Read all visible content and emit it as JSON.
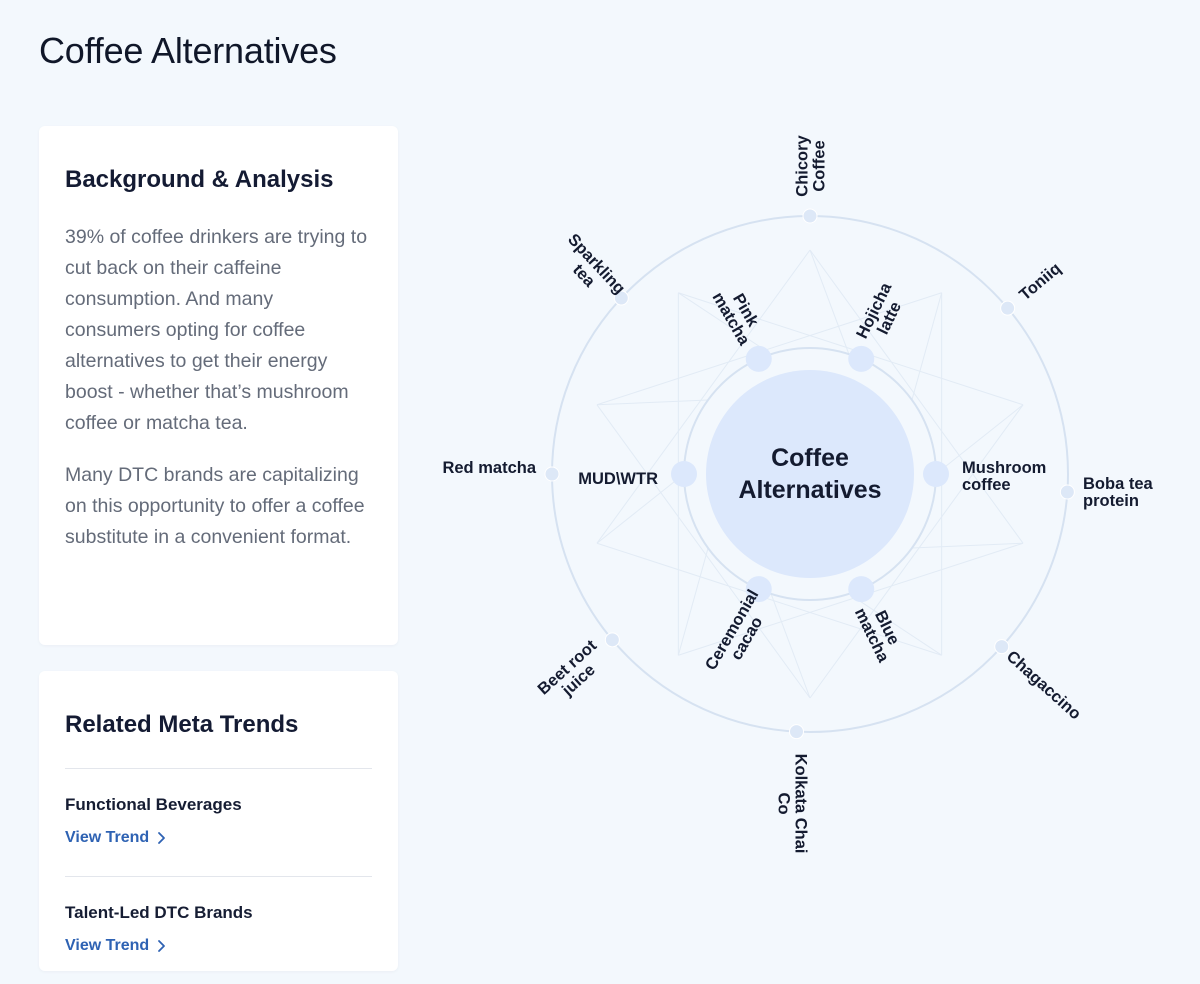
{
  "page": {
    "title": "Coffee Alternatives"
  },
  "analysis": {
    "heading": "Background & Analysis",
    "paragraphs": [
      "39% of coffee drinkers are trying to cut back on their caffeine consumption. And many consumers opting for coffee alternatives to get their energy boost - whether that’s mushroom coffee or matcha tea.",
      "Many DTC brands are capitalizing on this opportunity to offer a coffee substitute in a convenient format."
    ]
  },
  "related": {
    "heading": "Related Meta Trends",
    "link_label": "View Trend",
    "items": [
      {
        "name": "Functional Beverages"
      },
      {
        "name": "Talent-Led DTC Brands"
      }
    ]
  },
  "diagram": {
    "center_label": [
      "Coffee",
      "Alternatives"
    ],
    "inner_nodes": [
      {
        "id": "pink-matcha",
        "label": [
          "Pink",
          "matcha"
        ]
      },
      {
        "id": "hojicha-latte",
        "label": [
          "Hojicha",
          "latte"
        ]
      },
      {
        "id": "mushroom-coffee",
        "label": [
          "Mushroom",
          "coffee"
        ]
      },
      {
        "id": "blue-matcha",
        "label": [
          "Blue",
          "matcha"
        ]
      },
      {
        "id": "ceremonial-cacao",
        "label": [
          "Ceremonial",
          "cacao"
        ]
      },
      {
        "id": "mudwtr",
        "label": [
          "MUD\\WTR"
        ]
      }
    ],
    "outer_nodes": [
      {
        "id": "chicory-coffee",
        "label": [
          "Chicory",
          "Coffee"
        ]
      },
      {
        "id": "toniiq",
        "label": [
          "Toniiq"
        ]
      },
      {
        "id": "boba-tea-protein",
        "label": [
          "Boba tea",
          "protein"
        ]
      },
      {
        "id": "chagaccino",
        "label": [
          "Chagaccino"
        ]
      },
      {
        "id": "kolkata-chai-co",
        "label": [
          "Kolkata Chai",
          "Co"
        ]
      },
      {
        "id": "beet-root-juice",
        "label": [
          "Beet root",
          "juice"
        ]
      },
      {
        "id": "red-matcha",
        "label": [
          "Red matcha"
        ]
      },
      {
        "id": "sparkling-tea",
        "label": [
          "Sparkling",
          "tea"
        ]
      }
    ],
    "colors": {
      "center_fill": "#dce8fc",
      "ring_stroke": "#d6e2f1",
      "web_stroke": "#e2ebf5",
      "inner_node_fill": "#dce8fc",
      "outer_node_fill": "#dde8f7",
      "link_color": "#2e62b3"
    }
  }
}
